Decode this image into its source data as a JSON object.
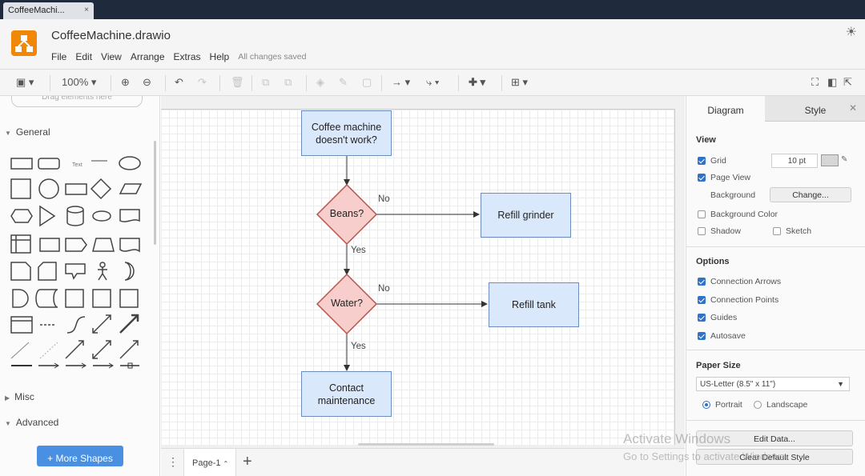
{
  "window_tab": {
    "title": "CoffeeMachi...",
    "close": "×"
  },
  "header": {
    "file_title": "CoffeeMachine.drawio",
    "menu": [
      "File",
      "Edit",
      "View",
      "Arrange",
      "Extras",
      "Help"
    ],
    "save_status": "All changes saved",
    "theme_icon": "☀"
  },
  "toolbar": {
    "zoom": "100%"
  },
  "left_panel": {
    "search_placeholder": "Drag elements here",
    "general": "General",
    "misc": "Misc",
    "advanced": "Advanced",
    "more_shapes": "+ More Shapes"
  },
  "diagram": {
    "start": "Coffee machine doesn't work?",
    "beans": "Beans?",
    "water": "Water?",
    "refill_grinder": "Refill grinder",
    "refill_tank": "Refill tank",
    "contact": "Contact maintenance",
    "no_label_1": "No",
    "yes_label_1": "Yes",
    "no_label_2": "No",
    "yes_label_2": "Yes"
  },
  "page_bar": {
    "page_name": "Page-1",
    "caret": "⌃"
  },
  "right_panel": {
    "tab_diagram": "Diagram",
    "tab_style": "Style",
    "view_head": "View",
    "grid": "Grid",
    "grid_size": "10 pt",
    "page_view": "Page View",
    "background": "Background",
    "change_btn": "Change...",
    "background_color": "Background Color",
    "shadow": "Shadow",
    "sketch": "Sketch",
    "options_head": "Options",
    "connection_arrows": "Connection Arrows",
    "connection_points": "Connection Points",
    "guides": "Guides",
    "autosave": "Autosave",
    "paper_size_head": "Paper Size",
    "paper_size": "US-Letter (8.5\" x 11\")",
    "portrait": "Portrait",
    "landscape": "Landscape",
    "edit_data": "Edit Data...",
    "clear_default": "Clear Default Style"
  },
  "watermark": {
    "line1": "Activate Windows",
    "line2": "Go to Settings to activate Windows."
  },
  "colors": {
    "process_fill": "#dae8fc",
    "process_stroke": "#6c8ebf",
    "decision_fill": "#f8cecc",
    "decision_stroke": "#b85450",
    "logo": "#f08705",
    "accent": "#4a90e2"
  }
}
